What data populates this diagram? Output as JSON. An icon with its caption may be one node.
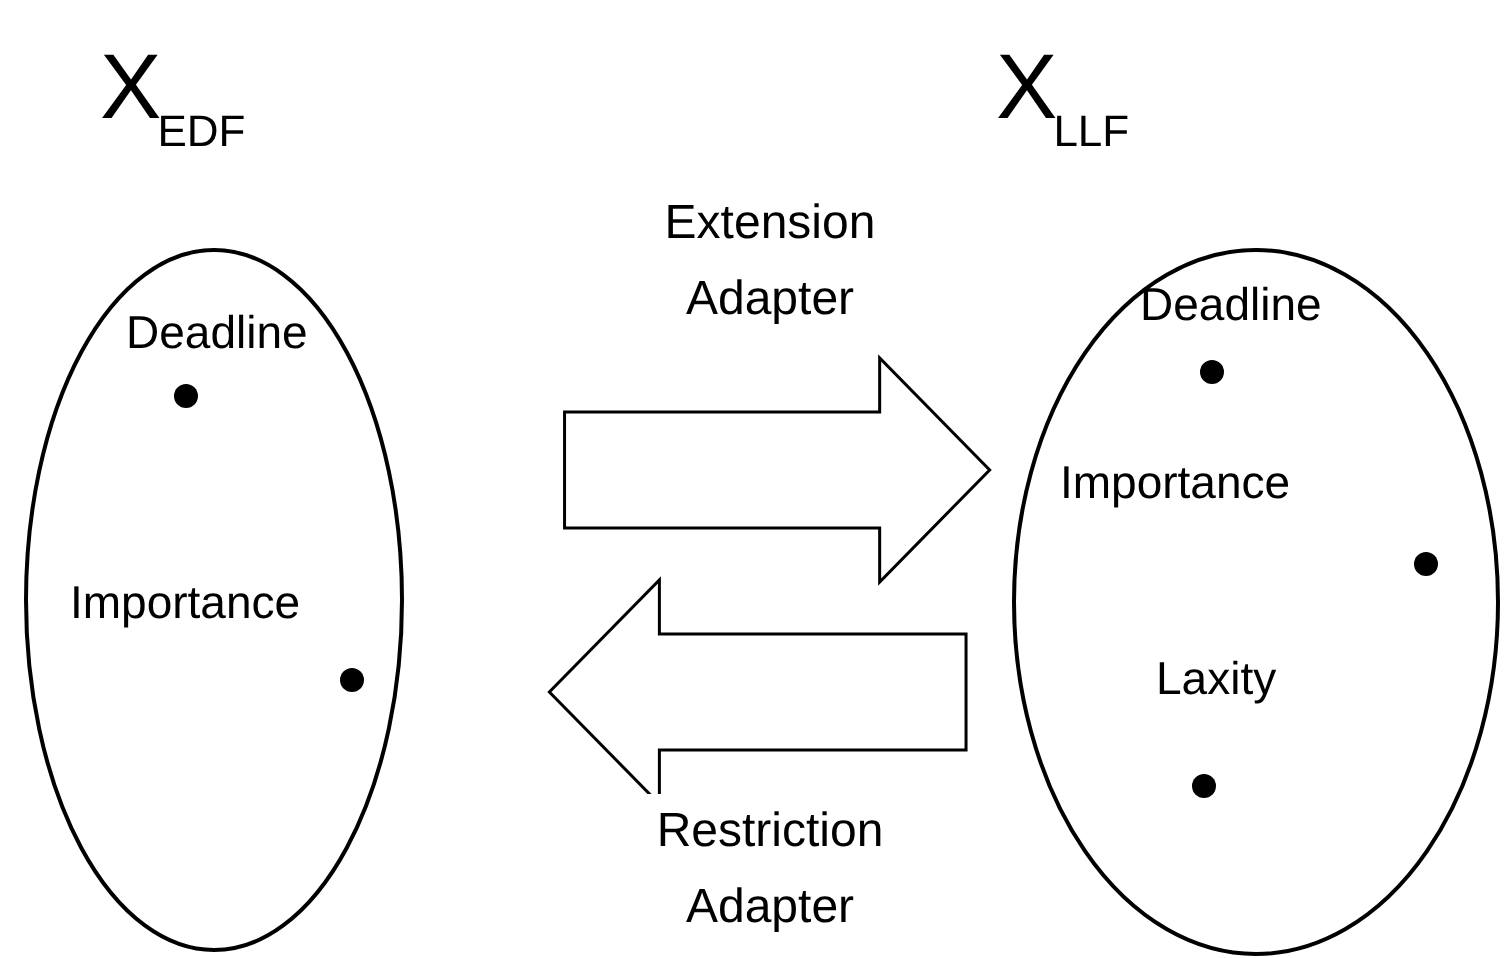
{
  "diagram": {
    "nodes": [
      {
        "text": [
          "X$_{EDF}$"
        ]
      },
      {
        "text": [
          "Deadline"
        ],
        "in": 0
      },
      {
        "text": [
          "Importance"
        ],
        "in": 0
      },
      {
        "text": [
          "X$_{LLF}$"
        ]
      },
      {
        "text": [
          "Deadline"
        ],
        "in": 3
      },
      {
        "text": [
          "Importance"
        ],
        "in": 3
      },
      {
        "text": [
          "Laxity"
        ],
        "in": 3
      }
    ],
    "edges": [
      {
        "from": 0,
        "to": 3,
        "arrow": "to",
        "label": "Extension Adapter"
      },
      {
        "from": 3,
        "to": 0,
        "arrow": "to",
        "label": "Restriction Adapter"
      }
    ]
  }
}
